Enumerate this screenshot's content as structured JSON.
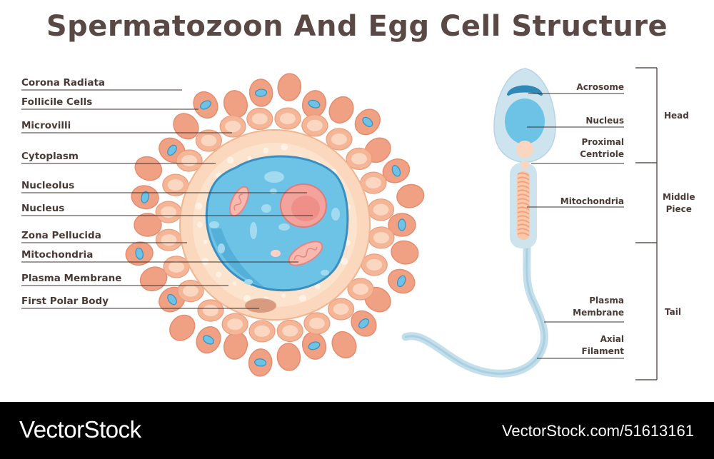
{
  "title": "Spermatozoon And Egg Cell Structure",
  "egg_labels": [
    "Corona Radiata",
    "Follicile Cells",
    "Microvilli",
    "Cytoplasm",
    "Nucleolus",
    "Nucleus",
    "Zona Pellucida",
    "Mitochondria",
    "Plasma Membrane",
    "First Polar Body"
  ],
  "sperm_labels": {
    "acrosome": "Acrosome",
    "nucleus": "Nucleus",
    "proximal_centriole": [
      "Proximal",
      "Centriole"
    ],
    "mitochondria": "Mitochondria",
    "plasma_membrane": [
      "Plasma",
      "Membrane"
    ],
    "axial_filament": [
      "Axial",
      "Filament"
    ]
  },
  "sections": {
    "head": "Head",
    "middle_piece": [
      "Middle",
      "Piece"
    ],
    "tail": "Tail"
  },
  "colors": {
    "corona_cell": "#f0a184",
    "follicle_inner": "#fbd6c0",
    "zona": "#f9d4b3",
    "cytoplasm": "#fcdcc0",
    "nucleus": "#6cc3e6",
    "nucleolus": "#f3a39c",
    "sperm_body": "#cde4ef",
    "footer": "#000000"
  },
  "footer": {
    "brand": "VectorStock",
    "url": "VectorStock.com/51613161"
  }
}
